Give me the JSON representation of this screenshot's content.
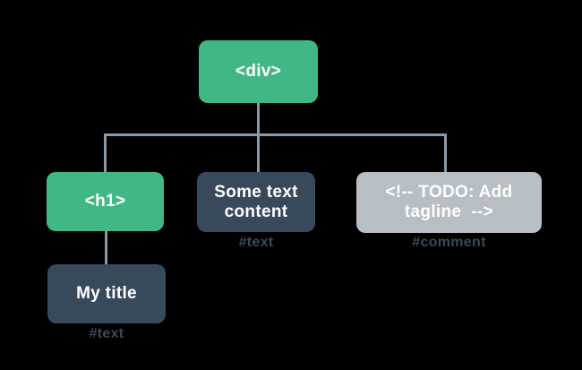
{
  "diagram": {
    "type": "dom-tree",
    "colors": {
      "background": "#000000",
      "element_node": "#41b883",
      "text_node": "#39495c",
      "comment_node": "#b7bec4",
      "connector": "#8a99a6",
      "node_text": "#ffffff",
      "caption_text": "#39495c"
    },
    "nodes": {
      "root": {
        "label": "<div>"
      },
      "h1": {
        "label": "<h1>"
      },
      "text_content": {
        "line1": "Some text",
        "line2": "content",
        "caption": "#text"
      },
      "comment": {
        "line1": "<!-- TODO: Add",
        "line2": "tagline  -->",
        "caption": "#comment"
      },
      "my_title": {
        "label": "My title",
        "caption": "#text"
      }
    }
  }
}
